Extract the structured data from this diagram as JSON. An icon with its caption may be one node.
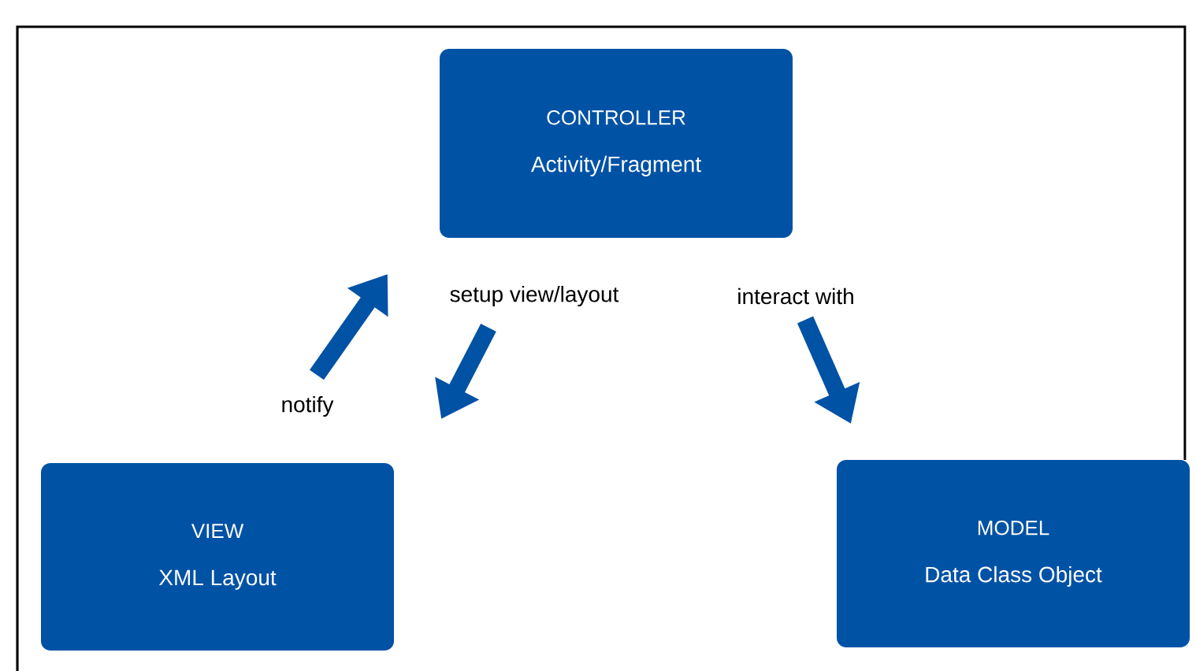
{
  "diagram": {
    "nodes": [
      {
        "text": [
          "CONTROLLER",
          "Activity/Fragment"
        ]
      },
      {
        "text": [
          "VIEW",
          "XML Layout"
        ]
      },
      {
        "text": [
          "MODEL",
          "Data Class Object"
        ]
      }
    ],
    "edges": [
      {
        "from": 1,
        "to": 0,
        "arrow": "to",
        "label": "notify"
      },
      {
        "from": 0,
        "to": 1,
        "arrow": "to",
        "label": "setup view/layout"
      },
      {
        "from": 0,
        "to": 2,
        "arrow": "to",
        "label": "interact with"
      }
    ]
  }
}
